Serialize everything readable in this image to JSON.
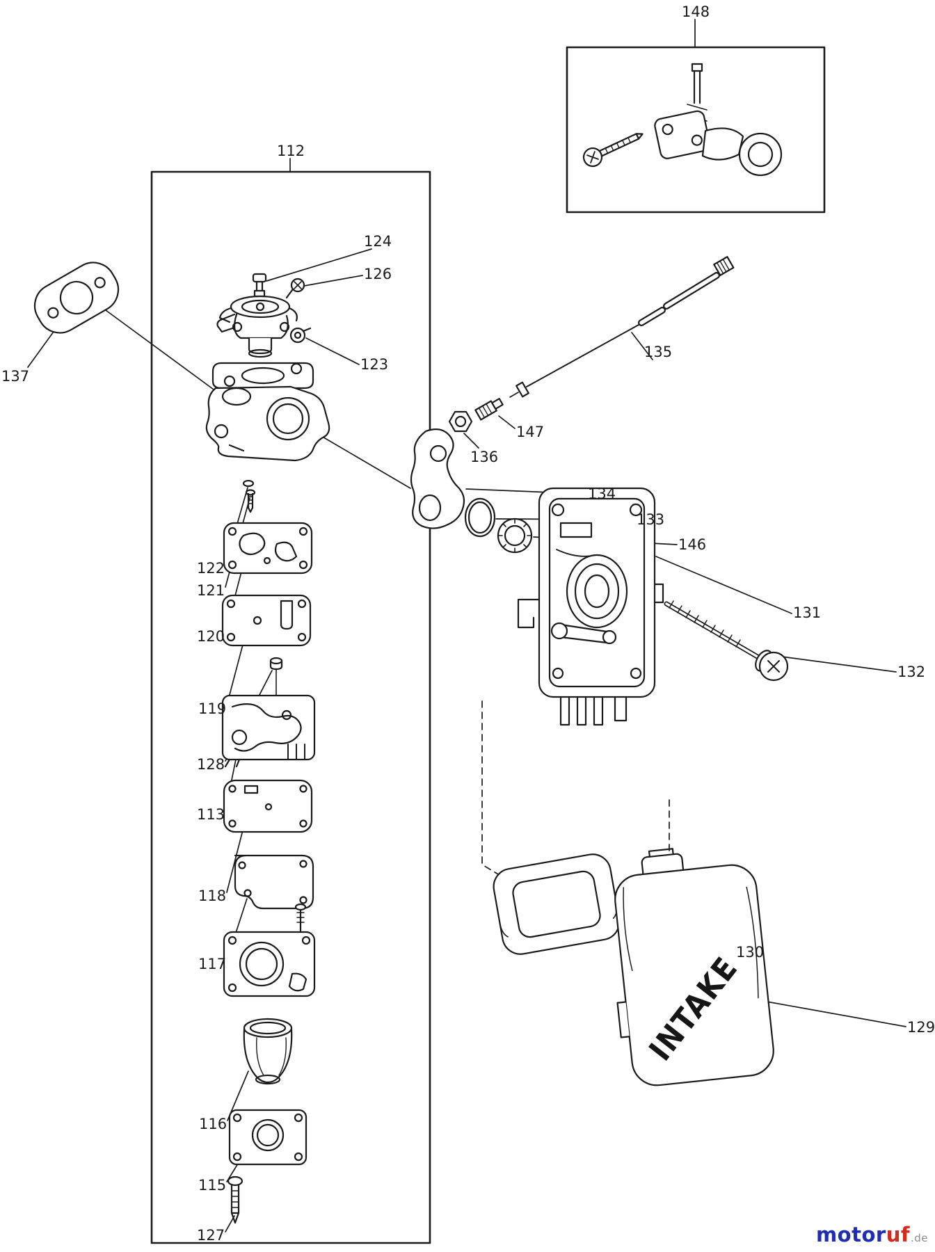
{
  "diagram": {
    "background": "#ffffff",
    "line_color": "#1a1a1a",
    "part_labels": {
      "p112": "112",
      "p113": "113",
      "p115": "115",
      "p116": "116",
      "p117": "117",
      "p118": "118",
      "p119": "119",
      "p120": "120",
      "p121": "121",
      "p122": "122",
      "p123": "123",
      "p124": "124",
      "p126": "126",
      "p127": "127",
      "p128": "128",
      "p129": "129",
      "p130": "130",
      "p131": "131",
      "p132": "132",
      "p133": "133",
      "p134": "134",
      "p135": "135",
      "p136": "136",
      "p137": "137",
      "p146": "146",
      "p147": "147",
      "p148": "148"
    },
    "cover_text": "INTAKE"
  },
  "watermark": {
    "name_part1": "motor",
    "name_part2": "uf",
    "tld": ".de",
    "color_part1": "#1e2db4",
    "color_part2": "#d42b1e",
    "color_tld": "#8c8c8c"
  }
}
